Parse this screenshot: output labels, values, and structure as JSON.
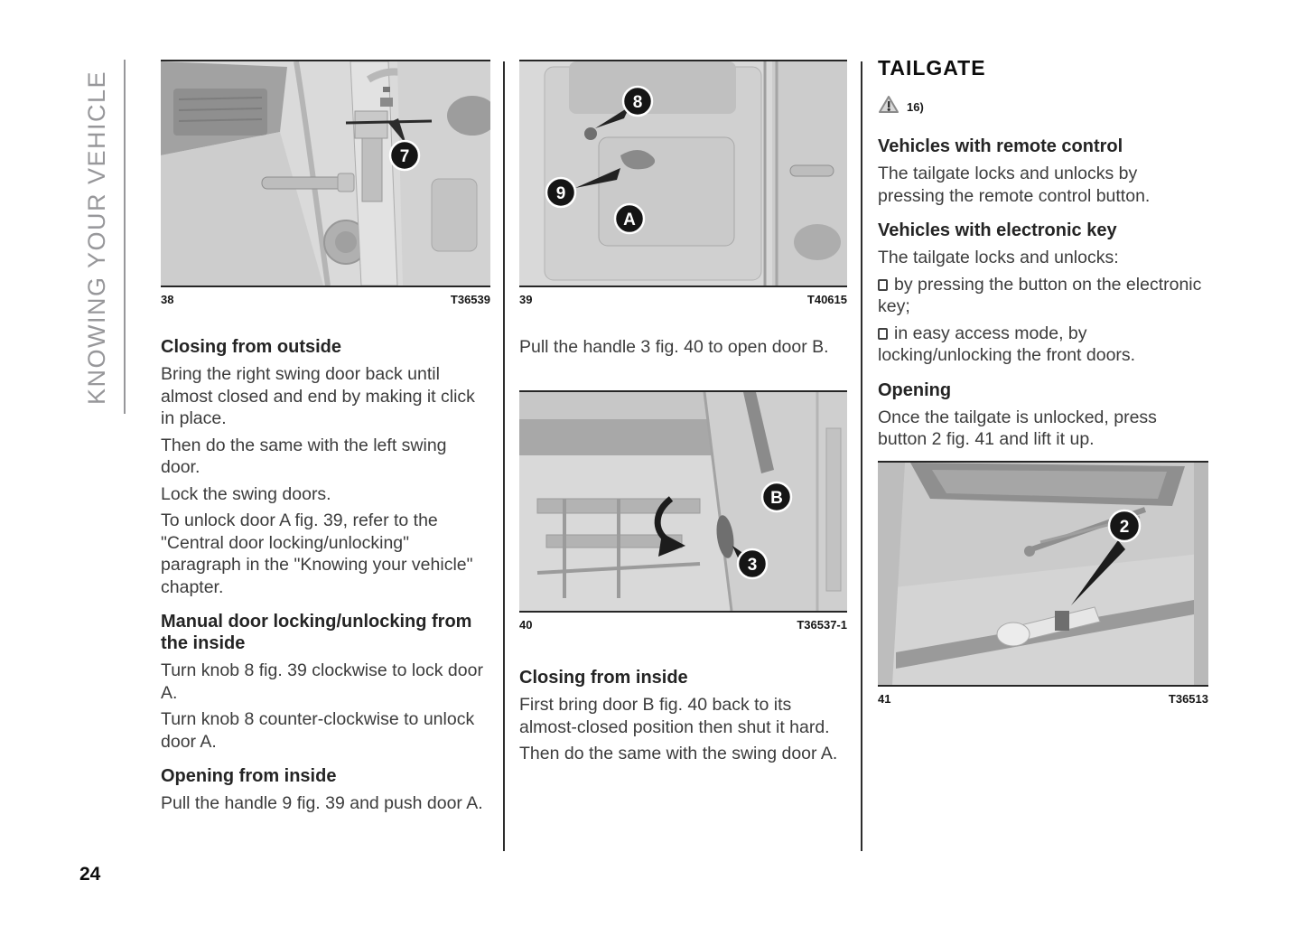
{
  "page_number": "24",
  "sidebar": {
    "label": "KNOWING YOUR VEHICLE"
  },
  "col1": {
    "figure38": {
      "number": "38",
      "code": "T36539",
      "callout_7": "7"
    },
    "s1_heading": "Closing from outside",
    "s1_p1": "Bring the right swing door back until almost closed and end by making it click in place.",
    "s1_p2": "Then do the same with the left swing door.",
    "s1_p3": "Lock the swing doors.",
    "s1_p4": "To unlock door A fig. 39, refer to the \"Central door locking/unlocking\" paragraph in the \"Knowing your vehicle\" chapter.",
    "s2_heading": "Manual door locking/unlocking from the inside",
    "s2_p1": "Turn knob 8 fig. 39 clockwise to lock door A.",
    "s2_p2": "Turn knob 8 counter-clockwise to unlock door A.",
    "s3_heading": "Opening from inside",
    "s3_p1": "Pull the handle 9 fig. 39 and push door A."
  },
  "col2": {
    "figure39": {
      "number": "39",
      "code": "T40615",
      "callout_8": "8",
      "callout_9": "9",
      "callout_a": "A"
    },
    "p_pull": "Pull the handle 3 fig. 40 to open door B.",
    "figure40": {
      "number": "40",
      "code": "T36537-1",
      "callout_b": "B",
      "callout_3": "3"
    },
    "s1_heading": "Closing from inside",
    "s1_p1": "First bring door B fig. 40 back to its almost-closed position then shut it hard.",
    "s1_p2": "Then do the same with the swing door A."
  },
  "col3": {
    "title": "TAILGATE",
    "warning_ref": "16)",
    "s1_heading": "Vehicles with remote control",
    "s1_p1": "The tailgate locks and unlocks by pressing the remote control button.",
    "s2_heading": "Vehicles with electronic key",
    "s2_intro": "The tailgate locks and unlocks:",
    "s2_b1": "by pressing the button on the electronic key;",
    "s2_b2": "in easy access mode, by locking/unlocking the front doors.",
    "s3_heading": "Opening",
    "s3_p1": "Once the tailgate is unlocked, press button 2 fig. 41 and lift it up.",
    "figure41": {
      "number": "41",
      "code": "T36513",
      "callout_2": "2"
    }
  }
}
